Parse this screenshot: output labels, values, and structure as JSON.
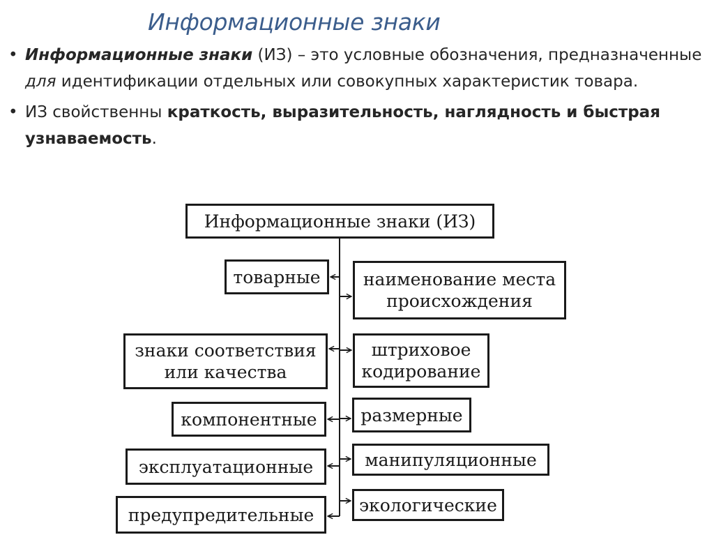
{
  "slide": {
    "title": "Информационные знаки"
  },
  "bullets": {
    "b1": {
      "lead": "Информационные знаки",
      "text1": " (ИЗ) – это условные обозначения, предназначенные ",
      "emph": "для",
      "text2": " идентификации отдельных или совокупных характеристик товара."
    },
    "b2": {
      "text1": "ИЗ свойственны ",
      "bold": "краткость, выразительность, наглядность и быстрая узнаваемость",
      "text2": "."
    }
  },
  "diagram": {
    "root": "Информационные знаки (ИЗ)",
    "left": [
      {
        "id": "tovarnye",
        "line1": "товарные",
        "line2": ""
      },
      {
        "id": "sootvetstviya",
        "line1": "знаки соответствия",
        "line2": "или качества"
      },
      {
        "id": "komponentnye",
        "line1": "компонентные",
        "line2": ""
      },
      {
        "id": "ekspluatatsionnye",
        "line1": "эксплуатационные",
        "line2": ""
      },
      {
        "id": "predupreditelnye",
        "line1": "предупредительные",
        "line2": ""
      }
    ],
    "right": [
      {
        "id": "mesto",
        "line1": "наименование места",
        "line2": "происхождения"
      },
      {
        "id": "shtrikh",
        "line1": "штриховое",
        "line2": "кодирование"
      },
      {
        "id": "razmernye",
        "line1": "размерные",
        "line2": ""
      },
      {
        "id": "manipulyatsionnye",
        "line1": "манипуляционные",
        "line2": ""
      },
      {
        "id": "ekologicheskie",
        "line1": "экологические",
        "line2": ""
      }
    ]
  }
}
